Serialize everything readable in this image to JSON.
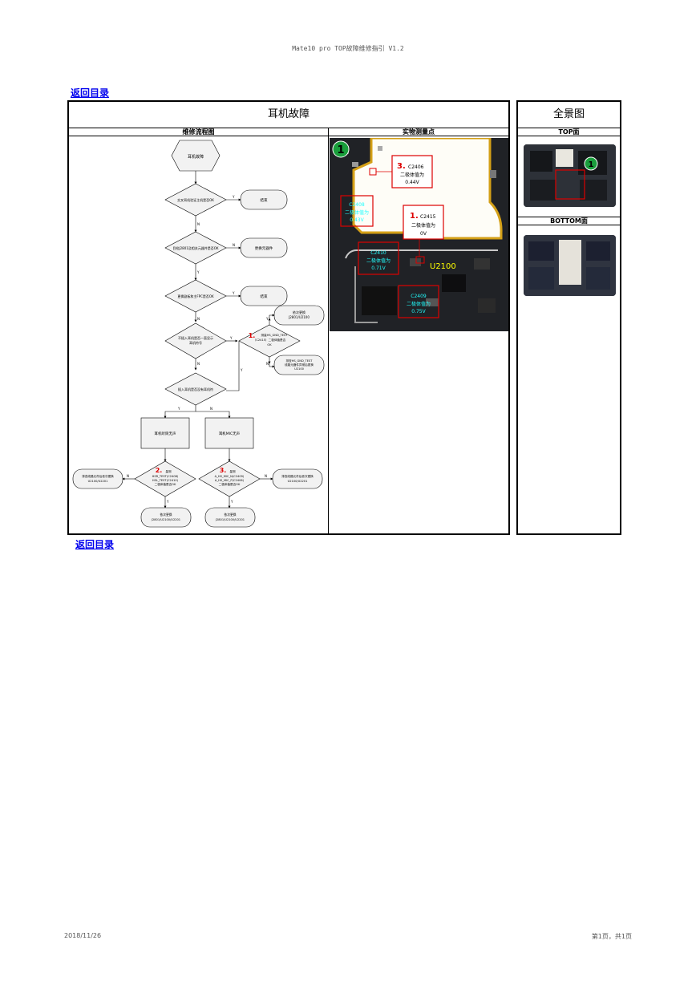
{
  "header": {
    "doc_title": "Mate10 pro TOP故障维修指引 V1.2"
  },
  "nav": {
    "back_link_top": "返回目录",
    "back_link_bottom": "返回目录"
  },
  "main": {
    "title": "耳机故障",
    "flow_header": "维修流程图",
    "photo_header": "实物测量点"
  },
  "side": {
    "title": "全景图",
    "top_label": "TOP面",
    "bottom_label": "BOTTOM面",
    "marker": "1"
  },
  "flow": {
    "start": "耳机故障",
    "q1": "交叉耳机验证主机是否OK",
    "end1": "结束",
    "q2": "目检J2801及相关元器件是否OK",
    "act2": "更换元器件",
    "q3": "更换副板和主FPC是否OK",
    "end3": "结束",
    "q4a": "不插入耳机是否一直显示",
    "q4b": "耳机符号",
    "m1_num": "1.",
    "m1a": "测量HS_GND_TEST",
    "m1b": "（C2415）二极体值是否",
    "m1c": "OK",
    "r1a": "依次更换",
    "r1b": "J2801/U2100",
    "r2a": "排查HS_GND_TEST",
    "r2b": "线路元器件异常后更换",
    "r2c": "U2100",
    "q5": "插入耳机是否没有耳机符",
    "b1": "耳机听筒无声",
    "b2": "耳机MIC无声",
    "m2_num": "2.",
    "m2a": "量测",
    "m2b": "HSR_TEST(C2408)",
    "m2c": "HSL_TEST(C2410)",
    "m2d": "二极体值是否OK",
    "m3_num": "3.",
    "m3a": "量测",
    "m3b": "A_HS_MIC_N(C2409)",
    "m3c": "A_HS_MIC_P(C2406)",
    "m3d": "二极体值是否OK",
    "l1a": "排查线路元件后依次更换",
    "l1b": "U2100/U2201",
    "l2a": "排查线路元件后依次更换",
    "l2b": "U2100/U2201",
    "f1a": "依次更换",
    "f1b": "J2801/U2100/U2201",
    "f2a": "依次更换",
    "f2b": "J2801/U2100/U2201",
    "lbl_y": "Y",
    "lbl_n": "N"
  },
  "photo": {
    "marker": "1",
    "c2406_num": "3.",
    "c2406_name": "C2406",
    "c2406_desc": "二极体值为",
    "c2406_val": "0.44V",
    "c2408_name": "C2408",
    "c2408_desc": "二极体值为",
    "c2408_val": "0.43V",
    "c2415_num": "1.",
    "c2415_name": "C2415",
    "c2415_desc": "二极体值为",
    "c2415_val": "0V",
    "c2410_name": "C2410",
    "c2410_desc": "二极体值为",
    "c2410_val": "0.71V",
    "u2100": "U2100",
    "c2409_name": "C2409",
    "c2409_desc": "二极体值为",
    "c2409_val": "0.75V"
  },
  "footer": {
    "date": "2018/11/26",
    "page": "第1页，共1页"
  }
}
